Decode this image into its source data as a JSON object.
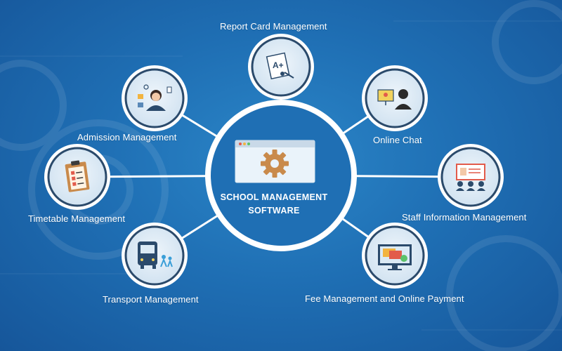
{
  "colors": {
    "background": "#1f6fb4",
    "connector": "#ffffff",
    "node_ring": "#ffffff",
    "node_inner": "#dbeaf5",
    "node_border": "#2b4a6b",
    "center_fill": "#1f6fb4",
    "gear": "#c98a4b"
  },
  "center": {
    "line1": "SCHOOL MANAGEMENT",
    "line2": "SOFTWARE",
    "icon": "gear-icon"
  },
  "nodes": {
    "report_card": {
      "label": "Report Card Management",
      "icon": "report-card-icon"
    },
    "admission": {
      "label": "Admission Management",
      "icon": "admission-icon"
    },
    "online_chat": {
      "label": "Online Chat",
      "icon": "online-chat-icon"
    },
    "timetable": {
      "label": "Timetable Management",
      "icon": "timetable-clipboard-icon"
    },
    "staff_info": {
      "label": "Staff Information Management",
      "icon": "staff-info-icon"
    },
    "transport": {
      "label": "Transport Management",
      "icon": "transport-bus-icon"
    },
    "fee": {
      "label": "Fee Management and Online Payment",
      "icon": "fee-payment-icon"
    }
  }
}
